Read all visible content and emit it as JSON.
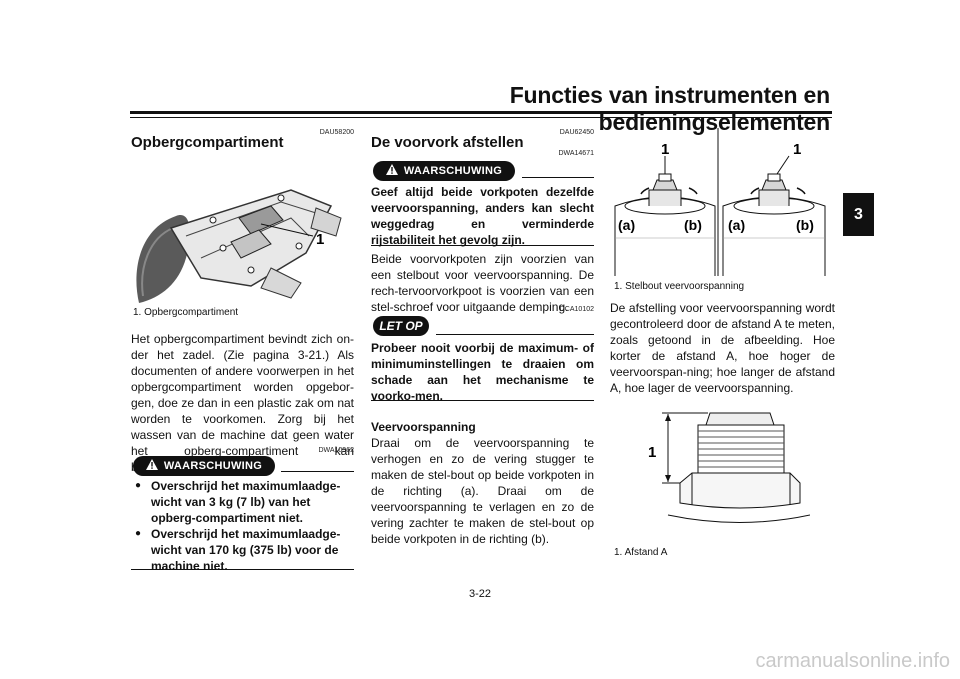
{
  "header": {
    "title": "Functies van instrumenten en bedieningselementen",
    "chapter_tab": "3"
  },
  "left": {
    "code": "DAU58200",
    "heading": "Opbergcompartiment",
    "figure_callout": "1",
    "caption": "1.  Opbergcompartiment",
    "paragraph": "Het opbergcompartiment bevindt zich on-der het zadel. (Zie pagina 3-21.) Als documenten of andere voorwerpen in het opbergcompartiment worden opgebor-gen, doe ze dan in een plastic zak om nat worden te voorkomen. Zorg bij het wassen van de machine dat geen water het opberg-compartiment kan binnendringen.",
    "warning_label": "WAARSCHUWING",
    "warning_code": "DWA10962",
    "warnings": [
      "Overschrijd het maximumlaadge-wicht van 3 kg (7 lb) van het opberg-compartiment niet.",
      "Overschrijd het maximumlaadge-wicht van 170 kg (375 lb) voor de machine niet."
    ]
  },
  "middle": {
    "code": "DAU62450",
    "heading": "De voorvork afstellen",
    "warning_label": "WAARSCHUWING",
    "warning_code": "DWA14671",
    "warning_text": "Geef altijd beide vorkpoten dezelfde veervoorspanning, anders kan slecht weggedrag en verminderde rijstabiliteit het gevolg zijn.",
    "paragraph": "Beide voorvorkpoten zijn voorzien van een stelbout voor veervoorspanning. De rech-tervoorvorkpoot is voorzien van een stel-schroef voor uitgaande demping.",
    "caution_label": "LET OP",
    "caution_code": "DCA10102",
    "caution_text": "Probeer nooit voorbij de maximum- of minimuminstellingen te draaien om schade aan het mechanisme te voorko-men.",
    "subheading": "Veervoorspanning",
    "subparagraph": "Draai om de veervoorspanning te verhogen en zo de vering stugger te maken de stel-bout op beide vorkpoten in de richting (a). Draai om de veervoorspanning te verlagen en zo de vering zachter te maken de stel-bout op beide vorkpoten in de richting (b)."
  },
  "right": {
    "fig1_labels": {
      "one_left": "1",
      "one_right": "1",
      "a_left": "(a)",
      "b_left": "(b)",
      "a_right": "(a)",
      "b_right": "(b)"
    },
    "fig1_caption": "1.  Stelbout veervoorspanning",
    "paragraph": "De afstelling voor veervoorspanning wordt gecontroleerd door de afstand A te meten, zoals getoond in de afbeelding. Hoe korter de afstand A, hoe hoger de veervoorspan-ning; hoe langer de afstand A, hoe lager de veervoorspanning.",
    "fig2_label": "1",
    "fig2_caption": "1.  Afstand A"
  },
  "footer": {
    "page": "3-22",
    "watermark": "carmanualsonline.info"
  }
}
